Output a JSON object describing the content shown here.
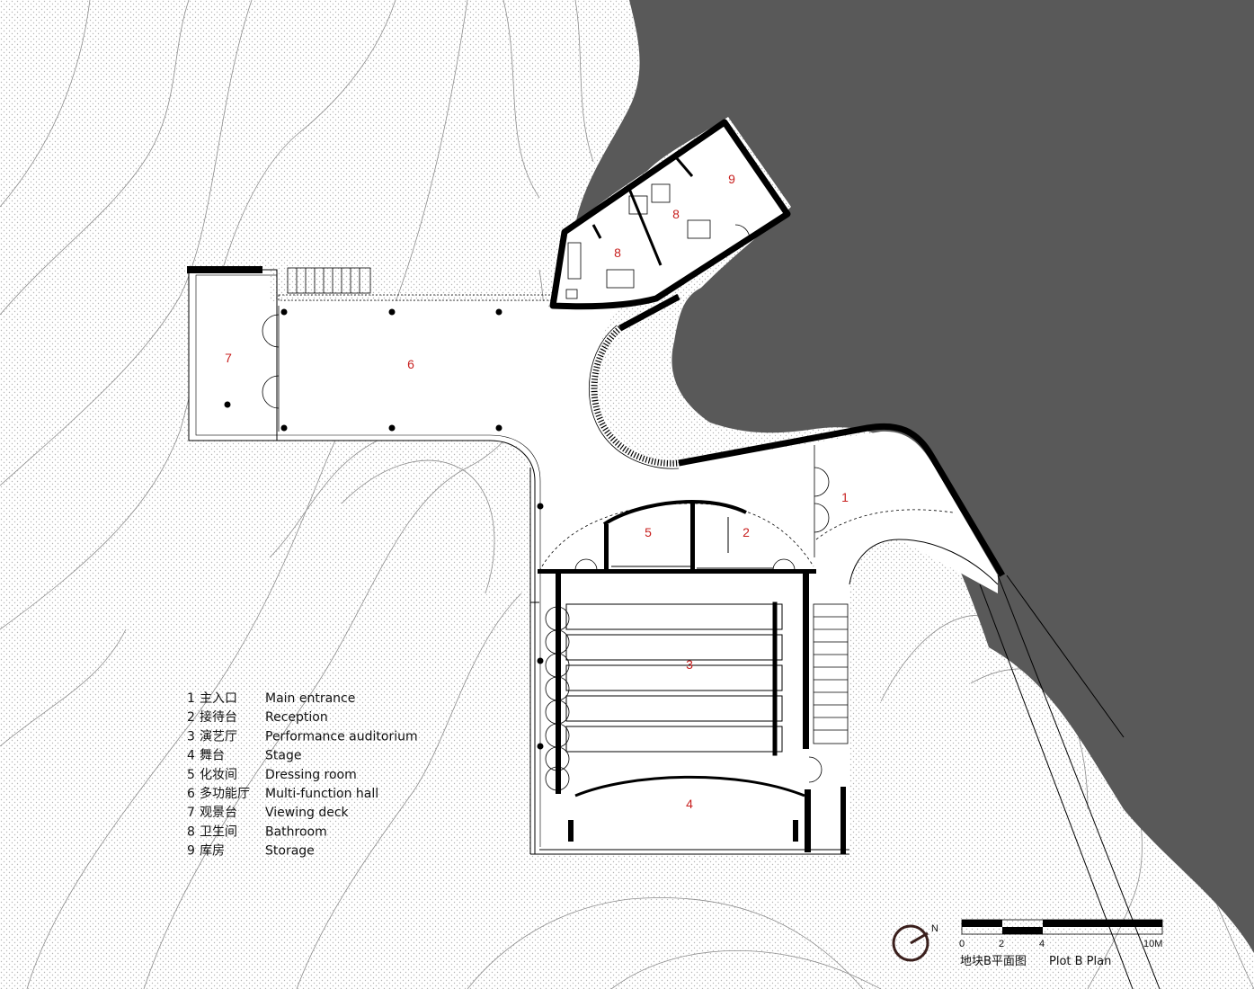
{
  "colors": {
    "water": "#595959",
    "wall": "#000000",
    "room_label": "#c8201f",
    "contour": "#8a8a8a",
    "ground_dot": "#b9b9b9"
  },
  "rooms": [
    {
      "id": "1",
      "label": "1"
    },
    {
      "id": "2",
      "label": "2"
    },
    {
      "id": "3",
      "label": "3"
    },
    {
      "id": "4",
      "label": "4"
    },
    {
      "id": "5",
      "label": "5"
    },
    {
      "id": "6",
      "label": "6"
    },
    {
      "id": "7",
      "label": "7"
    },
    {
      "id": "8a",
      "label": "8"
    },
    {
      "id": "8b",
      "label": "8"
    },
    {
      "id": "9",
      "label": "9"
    }
  ],
  "legend": [
    {
      "num": "1",
      "zh": "主入口",
      "en": "Main entrance"
    },
    {
      "num": "2",
      "zh": "接待台",
      "en": "Reception"
    },
    {
      "num": "3",
      "zh": "演艺厅",
      "en": "Performance auditorium"
    },
    {
      "num": "4",
      "zh": "舞台",
      "en": "Stage"
    },
    {
      "num": "5",
      "zh": "化妆间",
      "en": "Dressing room"
    },
    {
      "num": "6",
      "zh": "多功能厅",
      "en": "Multi-function hall"
    },
    {
      "num": "7",
      "zh": "观景台",
      "en": "Viewing deck"
    },
    {
      "num": "8",
      "zh": "卫生间",
      "en": "Bathroom"
    },
    {
      "num": "9",
      "zh": "库房",
      "en": "Storage"
    }
  ],
  "north_arrow": {
    "label": "N",
    "icon": "north-arrow-icon"
  },
  "scale_bar": {
    "ticks": [
      "0",
      "2",
      "4",
      "10M"
    ]
  },
  "title": {
    "zh": "地块B平面图",
    "en": "Plot B Plan"
  }
}
